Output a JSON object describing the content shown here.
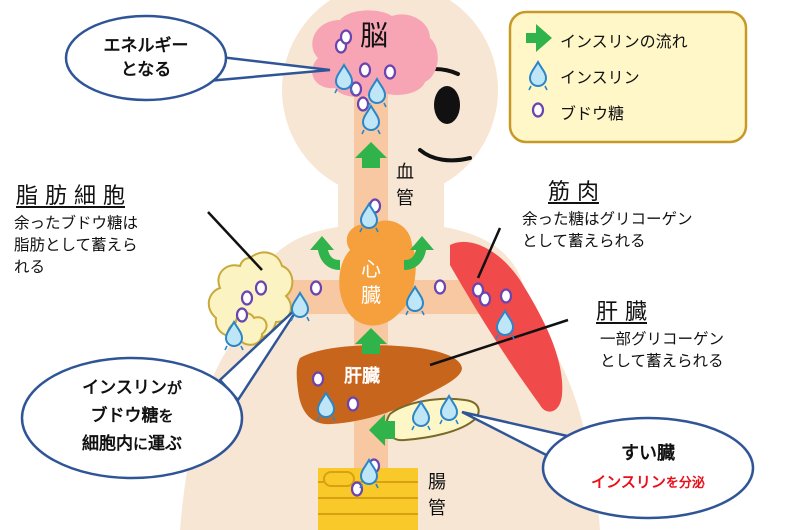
{
  "organs": {
    "brain": "脳",
    "heart_line1": "心",
    "heart_line2": "臓",
    "liver": "肝臓",
    "vessel_line1": "血",
    "vessel_line2": "管",
    "intestine_line1": "腸",
    "intestine_line2": "管"
  },
  "legend": {
    "items": [
      {
        "icon": "green-arrow-icon",
        "label": "インスリンの流れ"
      },
      {
        "icon": "insulin-drop-icon",
        "label": "インスリン"
      },
      {
        "icon": "glucose-oval-icon",
        "label": "ブドウ糖"
      }
    ]
  },
  "callouts": {
    "energy": {
      "line1": "エネルギー",
      "line2": "となる"
    },
    "fat": {
      "title": "脂 肪 細 胞",
      "desc": "余ったブドウ糖は\n脂肪として蓄えら\nれる"
    },
    "muscle": {
      "title": "筋 肉",
      "desc": "余った糖はグリコーゲン\nとして蓄えられる"
    },
    "liver": {
      "title": "肝 臓",
      "desc": "一部グリコーゲン\nとして蓄えられる"
    },
    "insulin_role": {
      "l1_bold": "インスリン",
      "l1_small": "が",
      "l2_bold": "ブドウ糖",
      "l2_small": "を",
      "l3_bold": "細胞内",
      "l3_small": "に",
      "l3_bold2": "運ぶ"
    },
    "pancreas": {
      "line1": "すい臓",
      "line2_red": "インスリン",
      "line2_small": "を分泌"
    }
  },
  "colors": {
    "skin": "#f8e6d4",
    "vessel": "#f7c8a1",
    "heart": "#f5a03c",
    "liver": "#c8651d",
    "brain": "#f7a5b5",
    "muscle": "#f04a4a",
    "fat": "#fbf3c2",
    "intestine": "#f9c829",
    "pancreas": "#fdf7c8",
    "arrow": "#2fb34a",
    "legend_bg": "#fff7c7",
    "legend_border": "#c79a27",
    "bubble_border": "#2f5597",
    "glucose_fill": "#ffffff",
    "glucose_stroke": "#6a44b0",
    "drop_fill": "#bfe6f7",
    "drop_stroke": "#2a86c8"
  }
}
